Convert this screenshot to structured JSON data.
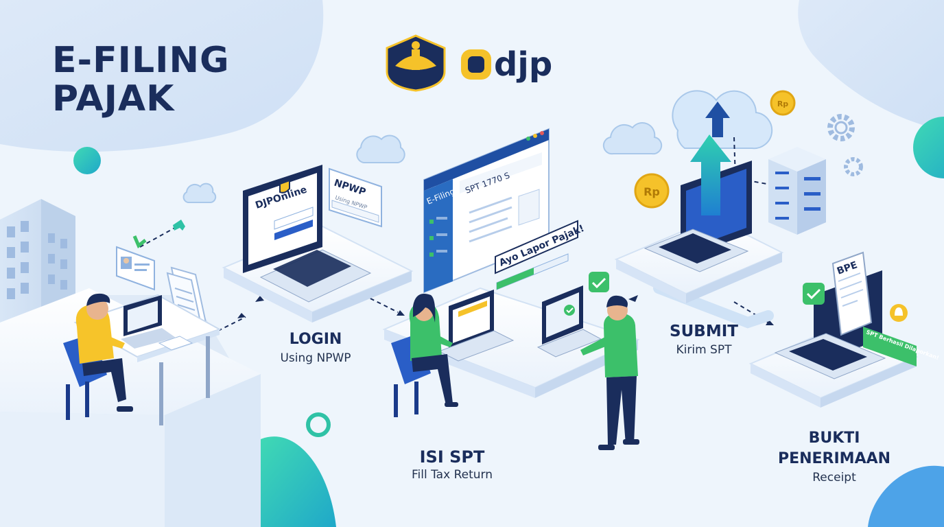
{
  "header": {
    "title_line1": "E-FILING",
    "title_line2": "PAJAK"
  },
  "brand": {
    "seal_icon": "kemenkeu-seal-icon",
    "djp_logo_text": "djp"
  },
  "login_screen": {
    "portal_name": "DJPOnline",
    "field_label": "NPWP",
    "field_placeholder": "Using NPWP"
  },
  "efiling_window": {
    "app_label": "E-Filing",
    "form_title": "SPT 1770 S",
    "banner": "Ayo Lapor Pajak!"
  },
  "receipt": {
    "doc_label": "BPE",
    "toast": "SPT Berhasil Dilaporkan!"
  },
  "coins": {
    "symbol": "Rp"
  },
  "steps": [
    {
      "title": "LOGIN",
      "subtitle": "Using NPWP"
    },
    {
      "title": "ISI SPT",
      "subtitle": "Fill Tax Return"
    },
    {
      "title": "SUBMIT",
      "subtitle": "Kirim SPT"
    },
    {
      "title_line1": "BUKTI",
      "title_line2": "PENERIMAAN",
      "subtitle": "Receipt"
    }
  ],
  "colors": {
    "navy": "#1a2d5c",
    "teal": "#2fc2a6",
    "green": "#3cc06a",
    "blue": "#2a5ec7",
    "gold": "#f5c22a",
    "background": "#eef5fc"
  }
}
